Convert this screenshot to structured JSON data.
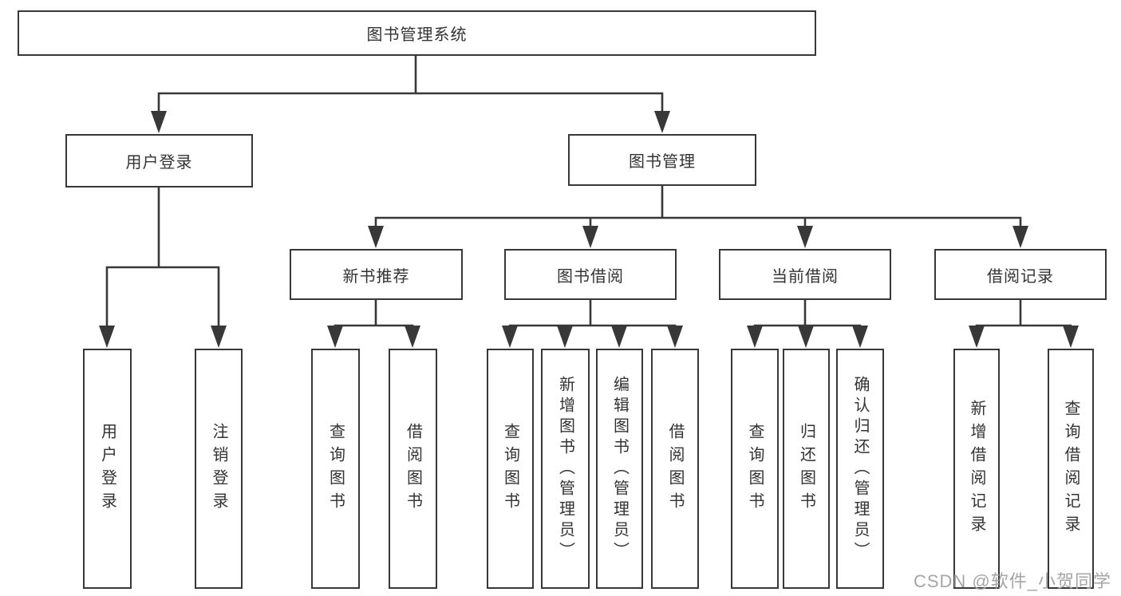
{
  "colors": {
    "background": "#ffffff",
    "line": "#383838",
    "box_border": "#383838",
    "box_fill": "#ffffff",
    "text": "#333333",
    "watermark": "#a5a5a5"
  },
  "tree": {
    "label": "图书管理系统",
    "children": [
      {
        "label": "用户登录",
        "children": [
          {
            "label": "用户登录"
          },
          {
            "label": "注销登录"
          }
        ]
      },
      {
        "label": "图书管理",
        "children": [
          {
            "label": "新书推荐",
            "children": [
              {
                "label": "查询图书"
              },
              {
                "label": "借阅图书"
              }
            ]
          },
          {
            "label": "图书借阅",
            "children": [
              {
                "label": "查询图书"
              },
              {
                "label": "新增图书（管理员）"
              },
              {
                "label": "编辑图书（管理员）"
              },
              {
                "label": "借阅图书"
              }
            ]
          },
          {
            "label": "当前借阅",
            "children": [
              {
                "label": "查询图书"
              },
              {
                "label": "归还图书"
              },
              {
                "label": "确认归还（管理员）"
              }
            ]
          },
          {
            "label": "借阅记录",
            "children": [
              {
                "label": "新增借阅记录"
              },
              {
                "label": "查询借阅记录"
              }
            ]
          }
        ]
      }
    ]
  },
  "watermark": {
    "text": "CSDN @软件_小贺同学"
  }
}
